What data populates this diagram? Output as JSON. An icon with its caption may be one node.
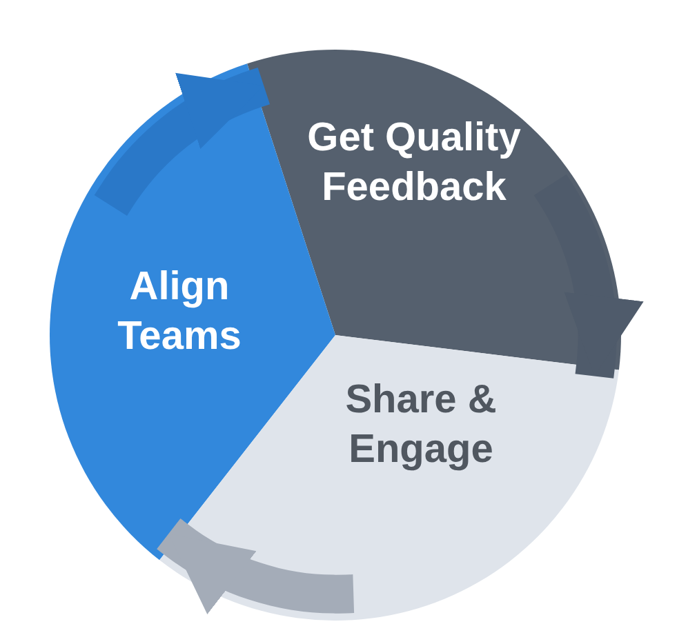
{
  "diagram": {
    "nodes": [
      {
        "text": [
          "Get Quality Feedback"
        ]
      },
      {
        "text": [
          "Align Teams"
        ]
      },
      {
        "text": [
          "Share & Engage"
        ]
      }
    ],
    "edges": [
      {
        "from": 0,
        "to": 2,
        "arrow": "to",
        "color": "#4f5b6b"
      },
      {
        "from": 2,
        "to": 1,
        "arrow": "to",
        "color": "#a4acb8"
      },
      {
        "from": 1,
        "to": 0,
        "arrow": "to",
        "color": "#2a78c8"
      }
    ]
  }
}
